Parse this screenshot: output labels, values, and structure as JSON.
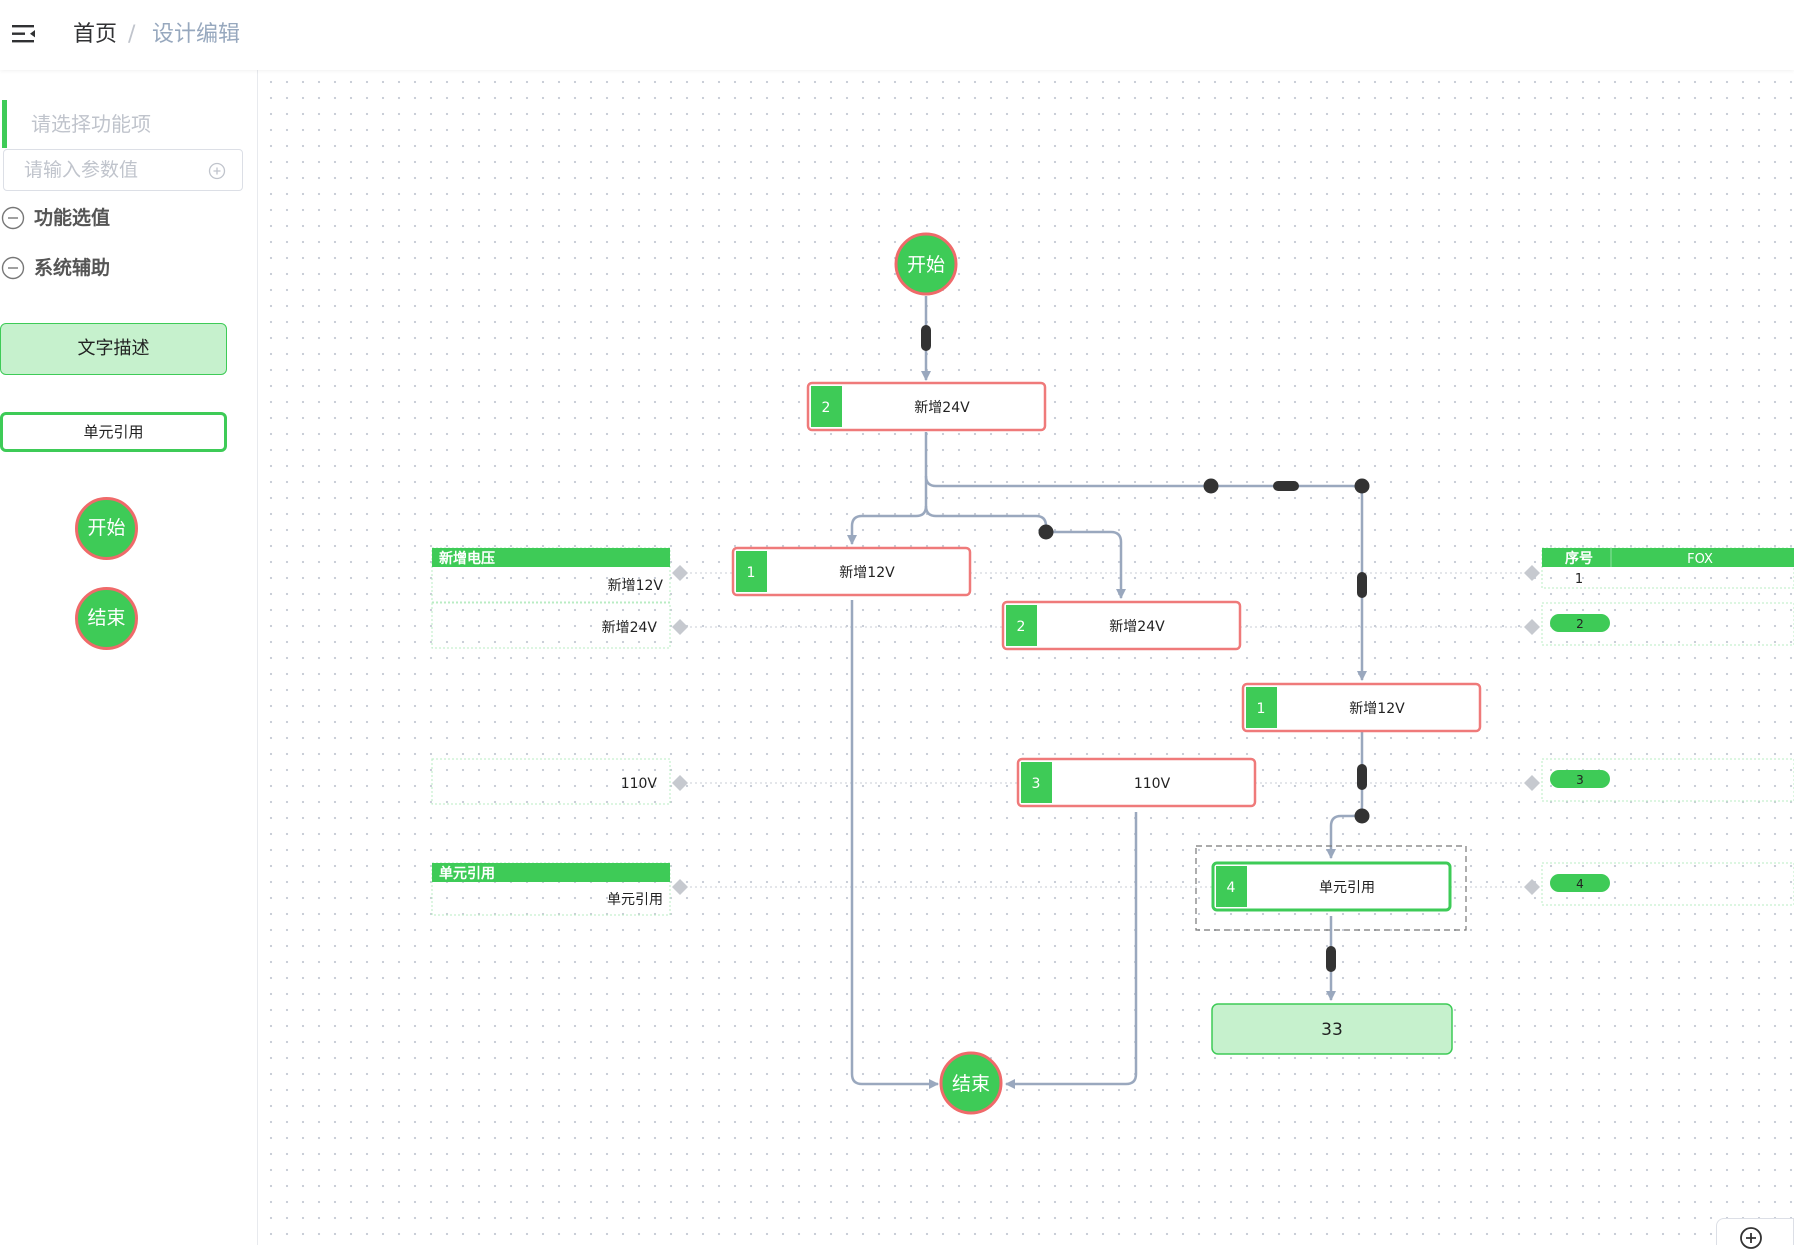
{
  "header": {
    "breadcrumb": {
      "home": "首页",
      "separator": "/",
      "current": "设计编辑"
    }
  },
  "sidebar": {
    "function_select_placeholder": "请选择功能项",
    "param_input_placeholder": "请输入参数值",
    "groups": [
      {
        "label": "功能选值"
      },
      {
        "label": "系统辅助"
      }
    ],
    "tools": {
      "text_description": "文字描述",
      "unit_reference": "单元引用",
      "start": "开始",
      "end": "结束"
    }
  },
  "canvas": {
    "start_node": "开始",
    "end_node": "结束",
    "nodes": [
      {
        "index": "2",
        "label": "新增24V"
      },
      {
        "index": "1",
        "label": "新增12V"
      },
      {
        "index": "2",
        "label": "新增24V"
      },
      {
        "index": "1",
        "label": "新增12V"
      },
      {
        "index": "3",
        "label": "110V"
      },
      {
        "index": "4",
        "label": "单元引用"
      }
    ],
    "text_node": "33",
    "left_panels": [
      {
        "header": "新增电压",
        "value": "新增12V"
      },
      {
        "header": "",
        "value": "新增24V"
      },
      {
        "header": "",
        "value": "110V"
      },
      {
        "header": "单元引用",
        "value": "单元引用"
      }
    ],
    "right_table": {
      "columns": [
        "序号",
        "FOX"
      ],
      "rows": [
        "1",
        "2",
        "3",
        "4"
      ]
    }
  },
  "colors": {
    "accent_green": "#3ecb57",
    "node_border_red": "#ef6a6a",
    "edge_gray": "#9aa8be",
    "light_green_fill": "#c6f1cd"
  }
}
